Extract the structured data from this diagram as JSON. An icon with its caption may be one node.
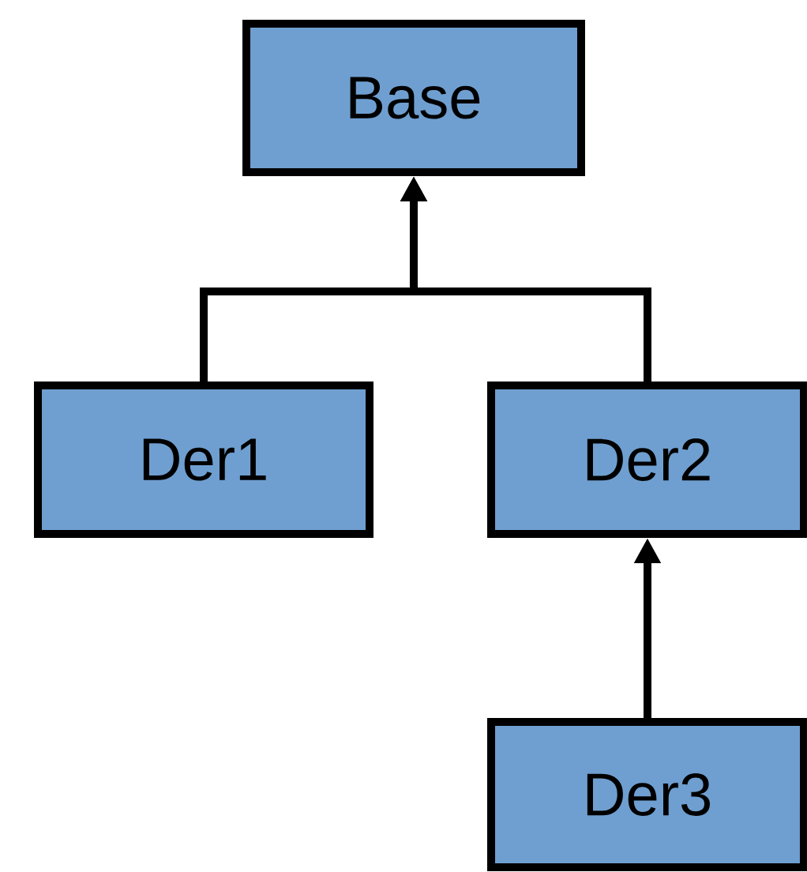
{
  "diagram": {
    "nodes": [
      {
        "text": [
          "Base"
        ]
      },
      {
        "text": [
          "Der1"
        ]
      },
      {
        "text": [
          "Der2"
        ]
      },
      {
        "text": [
          "Der3"
        ]
      }
    ],
    "edges": [
      {
        "from": 1,
        "to": 0,
        "arrow": "to"
      },
      {
        "from": 2,
        "to": 0,
        "arrow": "to"
      },
      {
        "from": 3,
        "to": 2,
        "arrow": "to"
      }
    ]
  }
}
